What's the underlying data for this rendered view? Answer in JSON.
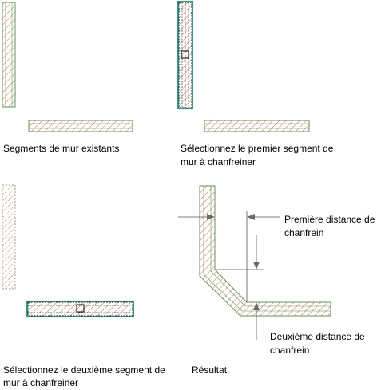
{
  "captions": {
    "step1": "Segments de mur existants",
    "step2_line1": "Sélectionnez le premier segment de",
    "step2_line2": "mur à chanfreiner",
    "step3_line1": "Sélectionnez le deuxième segment de",
    "step3_line2": "mur à chanfreiner",
    "step4": "Résultat"
  },
  "annotations": {
    "first_distance_line1": "Première distance de",
    "first_distance_line2": "chanfrein",
    "second_distance_line1": "Deuxième distance de",
    "second_distance_line2": "chanfrein"
  },
  "colors": {
    "wall_outline": "#5a9a5a",
    "hatch": "#e8603c",
    "selection_dash": "#1a4a4a",
    "selection_glow": "#2aa080",
    "dimension": "#555555",
    "text": "#000000"
  }
}
